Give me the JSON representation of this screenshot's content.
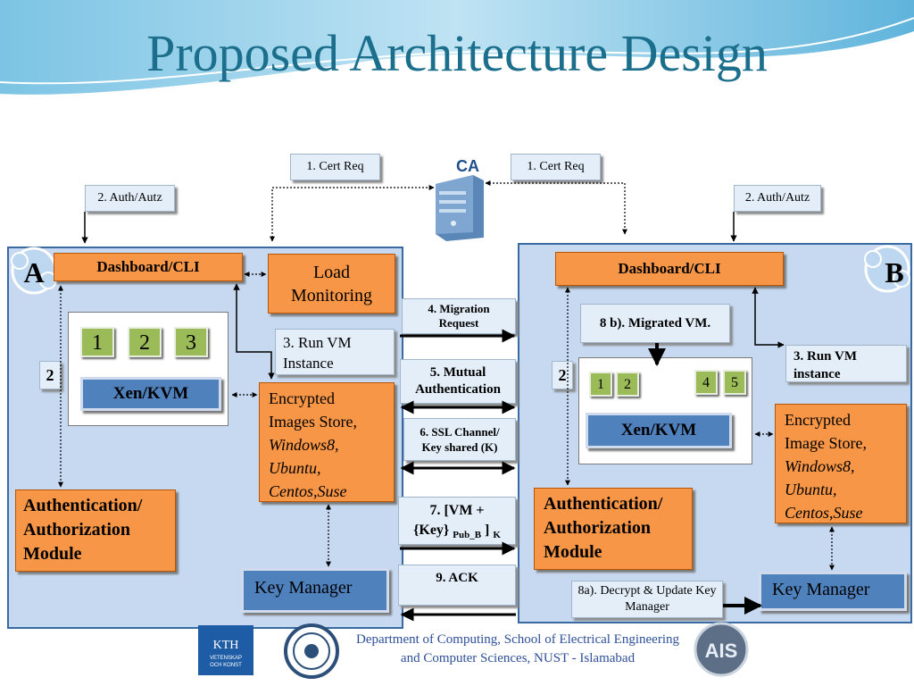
{
  "title": "Proposed Architecture  Design",
  "ca_label": "CA",
  "cert_req_left": "1. Cert Req",
  "cert_req_right": "1. Cert Req",
  "auth_autz_left": "2. Auth/Autz",
  "auth_autz_right": "2. Auth/Autz",
  "node_a": {
    "badge": "A",
    "dashboard": "Dashboard/CLI",
    "load_monitoring": "Load Monitoring",
    "run_vm": "3. Run VM Instance",
    "vm_slots": [
      "1",
      "2",
      "3"
    ],
    "hypervisor": "Xen/KVM",
    "step_2": "2",
    "encrypted_store": {
      "line1": "Encrypted",
      "line2": "Images Store,",
      "os1": "Windows8,",
      "os2": "Ubuntu,",
      "os3": "Centos,Suse"
    },
    "auth_module": "Authentication/ Authorization Module",
    "key_manager": "Key Manager"
  },
  "node_b": {
    "badge": "B",
    "dashboard": "Dashboard/CLI",
    "migrated_vm": "8 b). Migrated VM.",
    "run_vm": "3. Run VM instance",
    "vm_slots": [
      "1",
      "2",
      "4",
      "5"
    ],
    "hypervisor": "Xen/KVM",
    "step_2": "2",
    "encrypted_store": {
      "line1": "Encrypted",
      "line2": "Image Store,",
      "os1": "Windows8,",
      "os2": "Ubuntu,",
      "os3": "Centos,Suse"
    },
    "auth_module": "Authentication/ Authorization Module",
    "key_manager": "Key Manager",
    "decrypt_update": "8a). Decrypt & Update Key Manager"
  },
  "messages": {
    "migration_request": "4. Migration Request",
    "mutual_auth": "5. Mutual Authentication",
    "ssl_channel": "6. SSL Channel/ Key shared (K)",
    "vm_key_main": "7. [VM +",
    "vm_key_key": "{Key}",
    "vm_key_sub": "Pub_B",
    "vm_key_close": "]",
    "vm_key_k": "K",
    "ack": "9. ACK"
  },
  "footer": "Department of Computing, School of Electrical Engineering and Computer Sciences, NUST - Islamabad",
  "logos": {
    "kth_line1": "KTH",
    "kth_line2": "VETENSKAP",
    "kth_line3": "OCH KONST",
    "ais": "AIS"
  },
  "colors": {
    "title": "#1b6f8c",
    "panel": "#c6d9f1",
    "orange": "#f79646",
    "blue": "#4f81bd",
    "green": "#9bbb59"
  }
}
